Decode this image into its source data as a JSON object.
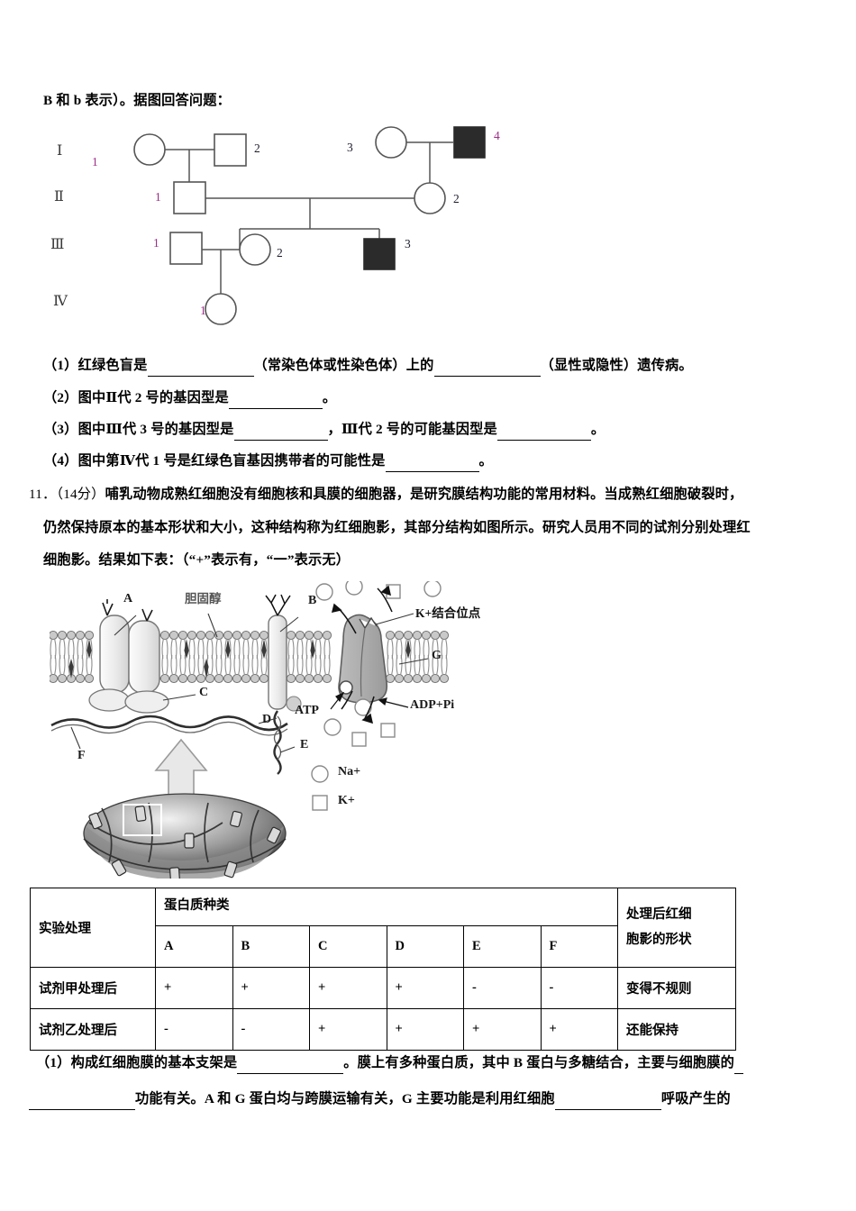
{
  "document": {
    "top_line": "B 和 b 表示）。据图回答问题："
  },
  "pedigree": {
    "generations": [
      "Ⅰ",
      "Ⅱ",
      "Ⅲ",
      "Ⅳ"
    ],
    "individuals": [
      {
        "gen": "I",
        "id": "1",
        "shape": "circle",
        "affected": false,
        "color": "purple"
      },
      {
        "gen": "I",
        "id": "2",
        "shape": "square",
        "affected": false,
        "color": "dark"
      },
      {
        "gen": "I",
        "id": "3",
        "shape": "circle",
        "affected": false,
        "color": "dark"
      },
      {
        "gen": "I",
        "id": "4",
        "shape": "square",
        "affected": true,
        "color": "purple"
      },
      {
        "gen": "II",
        "id": "1",
        "shape": "square",
        "affected": false,
        "color": "purple"
      },
      {
        "gen": "II",
        "id": "2",
        "shape": "circle",
        "affected": false,
        "color": "dark"
      },
      {
        "gen": "III",
        "id": "1",
        "shape": "square",
        "affected": false,
        "color": "purple"
      },
      {
        "gen": "III",
        "id": "2",
        "shape": "circle",
        "affected": false,
        "color": "dark"
      },
      {
        "gen": "III",
        "id": "3",
        "shape": "square",
        "affected": true,
        "color": "dark"
      },
      {
        "gen": "IV",
        "id": "1",
        "shape": "circle",
        "affected": false,
        "color": "purple"
      }
    ],
    "affected_fill": "#2b2b2b",
    "label_purple": "#9c2f86"
  },
  "questions_q10": [
    {
      "key": "q1",
      "parts": [
        "（1）红绿色盲是",
        "（常染色体或性染色体）上的",
        "（显性或隐性）遗传病。"
      ]
    },
    {
      "key": "q2",
      "parts": [
        "（2）图中Ⅱ代 2 号的基因型是",
        "。"
      ]
    },
    {
      "key": "q3",
      "parts": [
        "（3）图中Ⅲ代 3 号的基因型是",
        "，Ⅲ代 2 号的可能基因型是",
        "。"
      ]
    },
    {
      "key": "q4",
      "parts": [
        "（4）图中第Ⅳ代 1 号是红绿色盲基因携带者的可能性是",
        "。"
      ]
    }
  ],
  "question11": {
    "number": "11．",
    "score": "（14分）",
    "body_line1": "哺乳动物成熟红细胞没有细胞核和具膜的细胞器，是研究膜结构功能的常用材料。当成熟红细胞破裂时，",
    "body_line2": "仍然保持原本的基本形状和大小，这种结构称为红细胞影，其部分结构如图所示。研究人员用不同的试剂分别处理红",
    "body_line3": "细胞影。结果如下表：（“+”表示有，“一”表示无）"
  },
  "membrane_figure": {
    "labels": {
      "A": "A",
      "B": "B",
      "C": "C",
      "D": "D",
      "E": "E",
      "F": "F",
      "G": "G",
      "cholesterol": "胆固醇",
      "k_binding_site": "K+结合位点",
      "atp": "ATP",
      "adp_pi": "ADP+Pi"
    },
    "legend": [
      {
        "icon": "circle",
        "label": "Na+"
      },
      {
        "icon": "square",
        "label": "K+"
      }
    ]
  },
  "result_table": {
    "header": {
      "experiment": "实验处理",
      "protein_group": "蛋白质种类",
      "shape_after": "处理后红细\n胞影的形状",
      "shape_after_line1": "处理后红细",
      "shape_after_line2": "胞影的形状",
      "protein_cols": [
        "A",
        "B",
        "C",
        "D",
        "E",
        "F"
      ]
    },
    "rows": [
      {
        "treatment": "试剂甲处理后",
        "values": [
          "+",
          "+",
          "+",
          "+",
          "-",
          "-"
        ],
        "shape": "变得不规则"
      },
      {
        "treatment": "试剂乙处理后",
        "values": [
          "-",
          "-",
          "+",
          "+",
          "+",
          "+"
        ],
        "shape": "还能保持"
      }
    ]
  },
  "question11_sub1": {
    "line1_a": "（1）构成红细胞膜的基本支架是",
    "line1_b": "。膜上有多种蛋白质，其中 B 蛋白与多糖结合，主要与细胞膜的",
    "line2_a": "功能有关。A 和 G 蛋白均与跨膜运输有关，G 主要功能是利用红细胞",
    "line2_b": "呼吸产生的"
  }
}
